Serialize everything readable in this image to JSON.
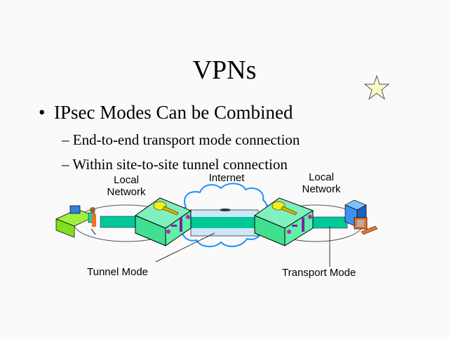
{
  "slide": {
    "title": "VPNs",
    "bullet": "IPsec Modes Can be Combined",
    "sub_bullets": [
      "– End-to-end transport mode connection",
      "– Within site-to-site tunnel connection"
    ]
  },
  "diagram": {
    "label_local_network_left_1": "Local",
    "label_local_network_left_2": "Network",
    "label_internet": "Internet",
    "label_local_network_right_1": "Local",
    "label_local_network_right_2": "Network",
    "label_tunnel_mode": "Tunnel Mode",
    "label_transport_mode": "Transport Mode"
  },
  "colors": {
    "pipe": "#00c896",
    "box": "#66f0a8",
    "tunnel": "#cce8f8",
    "cloud": "#1e90ff",
    "star": "#fafac8"
  }
}
